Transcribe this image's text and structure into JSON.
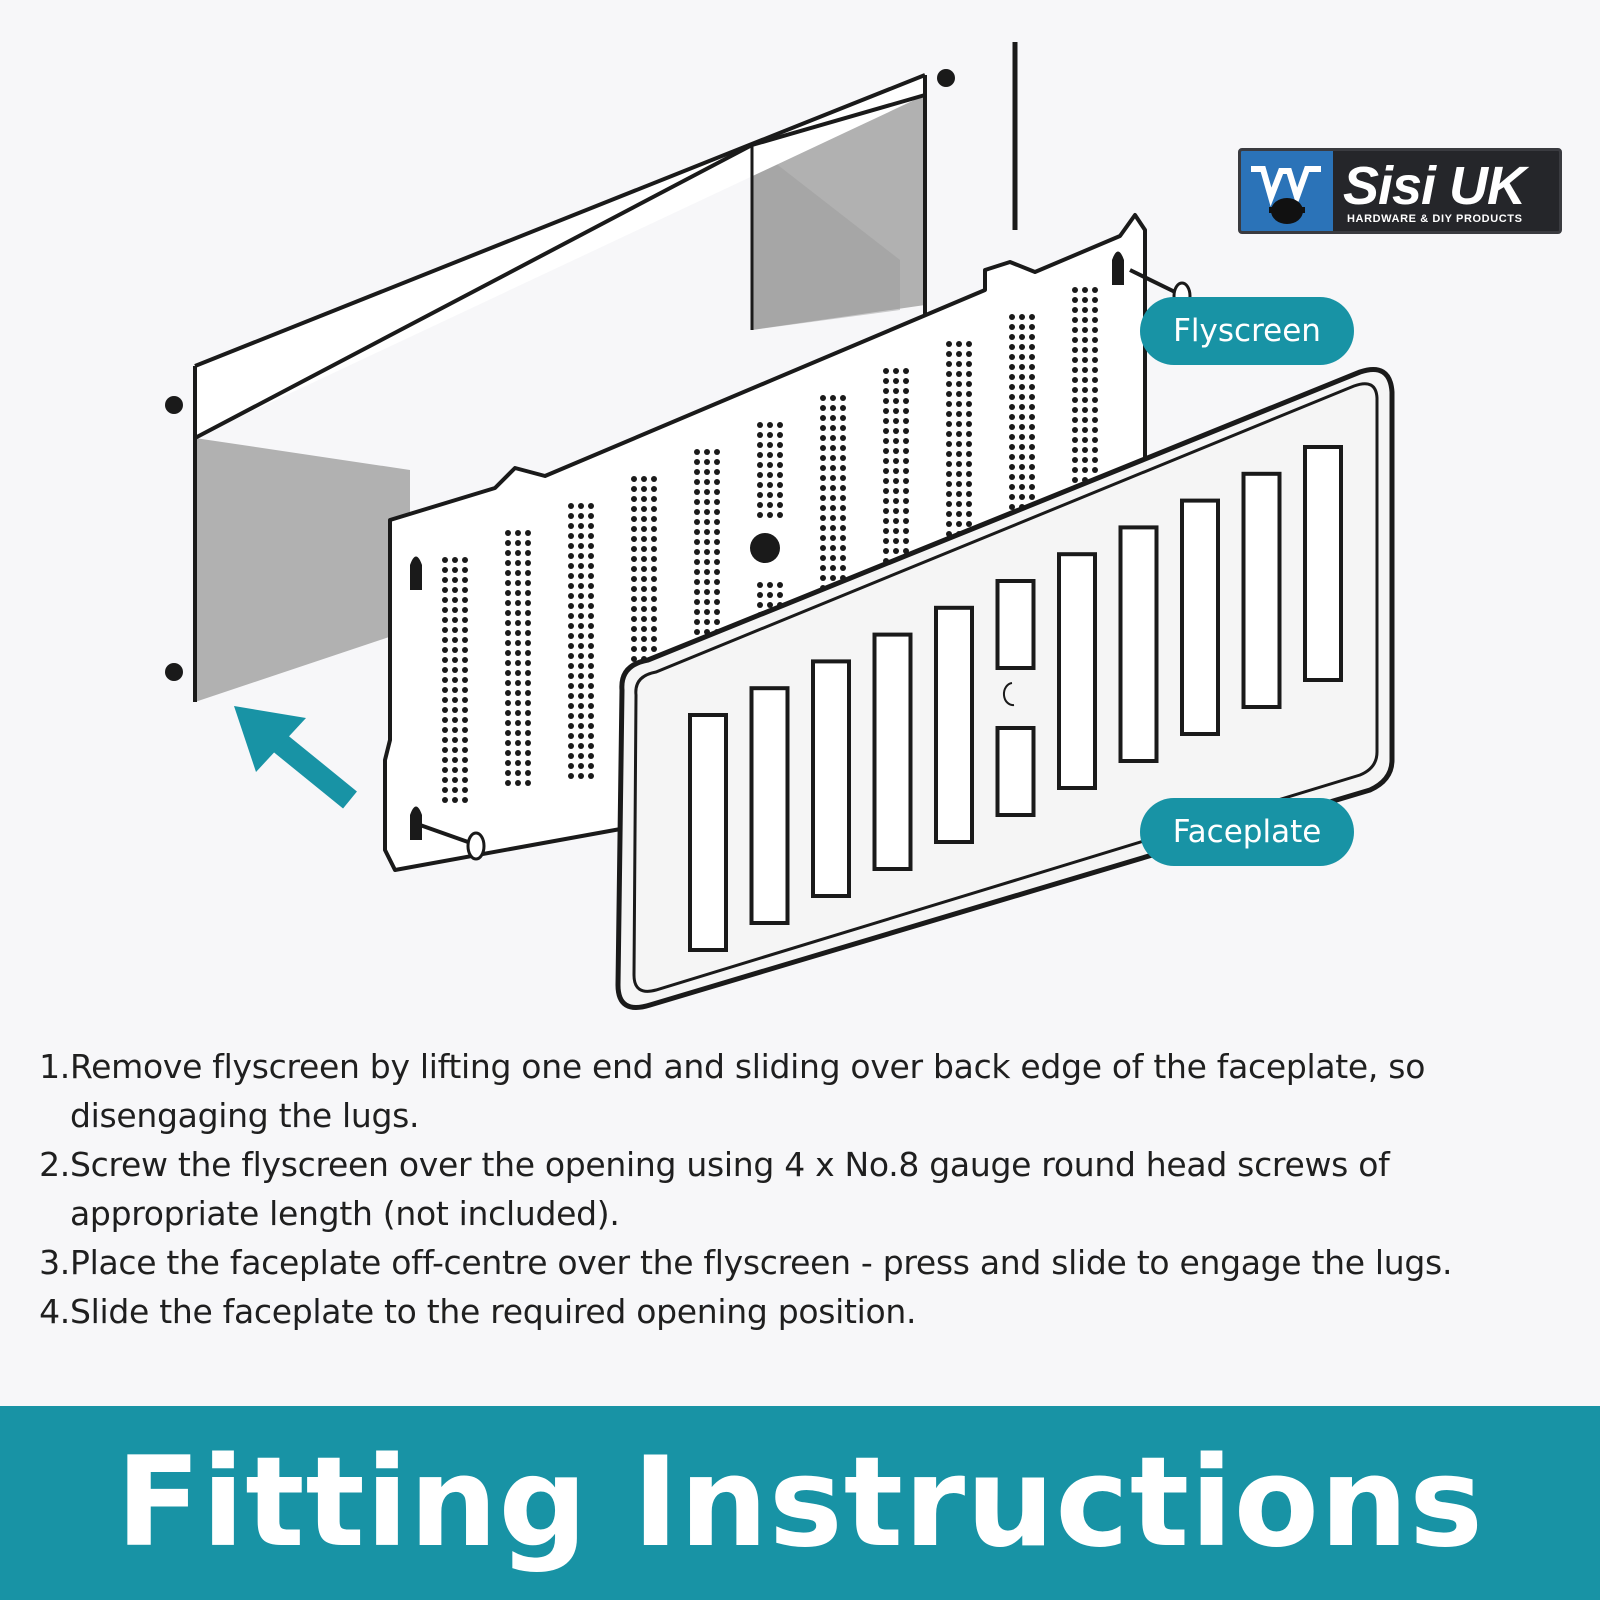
{
  "brand": {
    "name": "Sisi UK",
    "tagline": "HARDWARE & DIY PRODUCTS"
  },
  "labels": {
    "flyscreen": "Flyscreen",
    "faceplate": "Faceplate"
  },
  "steps": [
    {
      "number": "1.",
      "text": "Remove flyscreen by lifting one end and sliding over back edge of the faceplate, so disengaging the lugs."
    },
    {
      "number": "2.",
      "text": "Screw the flyscreen over the opening using 4 x No.8 gauge round head screws of appropriate length (not included)."
    },
    {
      "number": "3.",
      "text": "Place the faceplate off-centre over the flyscreen - press and slide to engage the lugs."
    },
    {
      "number": "4.",
      "text": "Slide the faceplate to the required opening position."
    }
  ],
  "banner": {
    "title": "Fitting Instructions"
  },
  "colors": {
    "accent": "#1893a5",
    "background": "#f7f7f9",
    "line": "#1a1a1a",
    "duct_fill": "#b1b1b1",
    "logo_bg": "#25262a",
    "logo_mark": "#2b73b8"
  },
  "icons": {
    "arrow": "arrow-up-left-icon",
    "logo": "sisi-logo-icon"
  }
}
